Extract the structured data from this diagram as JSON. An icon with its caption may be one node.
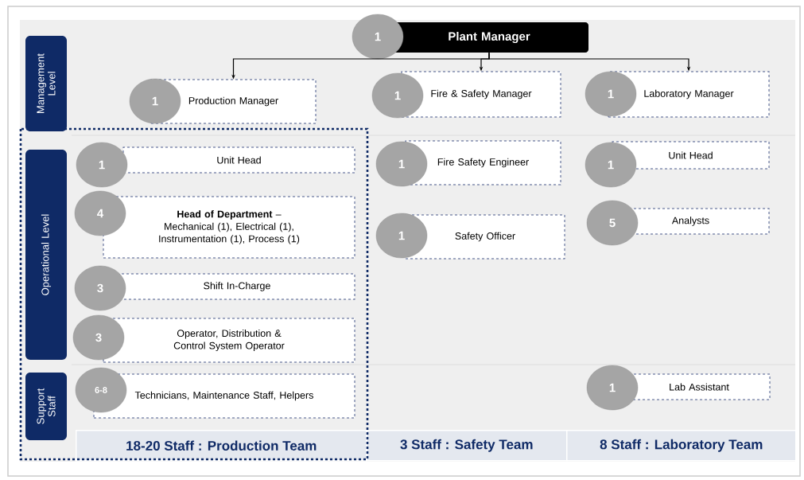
{
  "diagram": {
    "nodes": [
      {
        "text": [
          "1",
          "Plant Manager"
        ]
      },
      {
        "text": [
          "1",
          "Production Manager"
        ]
      },
      {
        "text": [
          "1",
          "Fire & Safety Manager"
        ]
      },
      {
        "text": [
          "1",
          "Laboratory Manager"
        ]
      },
      {
        "text": [
          "1",
          "Unit Head"
        ]
      },
      {
        "text": [
          "4",
          "**Head of Department** – Mechanical (1), Electrical (1), Instrumentation (1), Process (1)"
        ]
      },
      {
        "text": [
          "3",
          "Shift In-Charge"
        ]
      },
      {
        "text": [
          "3",
          "Operator, Distribution & Control System Operator"
        ]
      },
      {
        "text": [
          "6-8",
          "Technicians, Maintenance Staff, Helpers"
        ]
      },
      {
        "text": [
          "1",
          "Fire Safety Engineer"
        ]
      },
      {
        "text": [
          "1",
          "Safety Officer"
        ]
      },
      {
        "text": [
          "1",
          "Unit Head"
        ]
      },
      {
        "text": [
          "5",
          "Analysts"
        ]
      },
      {
        "text": [
          "1",
          "Lab Assistant"
        ]
      },
      {
        "text": [
          "Management Level"
        ]
      },
      {
        "text": [
          "Operational Level"
        ]
      },
      {
        "text": [
          "Support Staff"
        ]
      }
    ],
    "edges": [
      {
        "from": 0,
        "to": 1,
        "arrow": "to"
      },
      {
        "from": 0,
        "to": 2,
        "arrow": "to"
      },
      {
        "from": 0,
        "to": 3,
        "arrow": "to"
      }
    ],
    "labels": [
      "18-20 Staff : Production Team",
      "3 Staff : Safety Team",
      "8 Staff : Laboratory Team"
    ]
  }
}
